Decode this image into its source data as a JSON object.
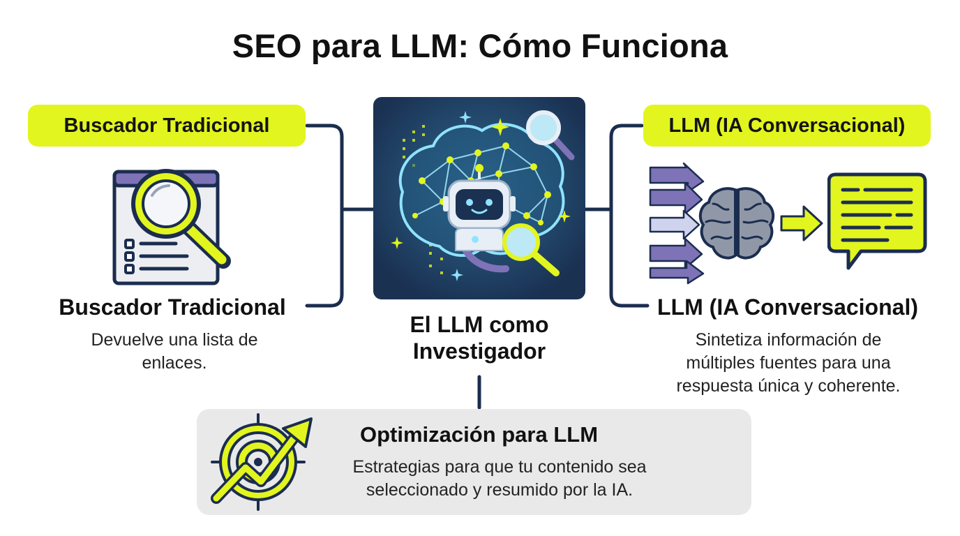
{
  "title": "SEO para LLM: Cómo Funciona",
  "left": {
    "pill_label": "Buscador Tradicional",
    "heading": "Buscador Tradicional",
    "description": "Devuelve una lista de enlaces."
  },
  "center": {
    "title_line1": "El LLM como",
    "title_line2": "Investigador"
  },
  "right": {
    "pill_label": "LLM (IA Conversacional)",
    "heading": "LLM (IA Conversacional)",
    "description_line1": "Sintetiza información de",
    "description_line2": "múltiples fuentes para una",
    "description_line3": "respuesta única y coherente."
  },
  "bottom": {
    "title": "Optimización para LLM",
    "description_line1": "Estrategias para que tu contenido sea",
    "description_line2": "seleccionado y resumido por la IA."
  },
  "colors": {
    "accent_yellow": "#e2f51f",
    "navy": "#1b2d4f",
    "panel_bg": "#1e3756",
    "purple": "#7f73b8",
    "box_gray": "#e9e9ea"
  },
  "icons": [
    "search-page-icon",
    "ai-brain-robot-icon",
    "brain-synthesis-icon",
    "chat-bubble-icon",
    "target-growth-icon"
  ]
}
